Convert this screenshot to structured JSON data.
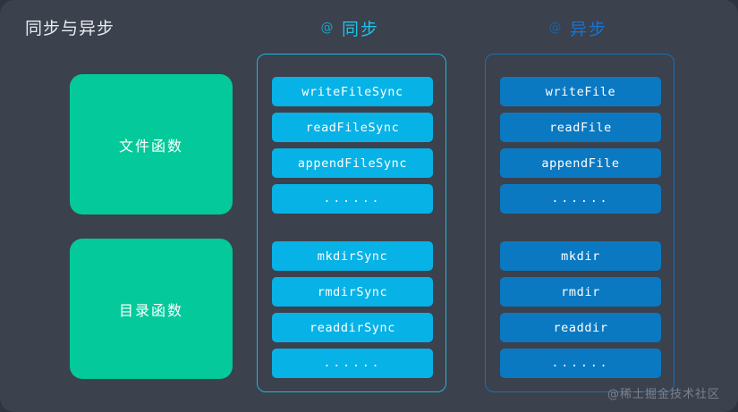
{
  "slide": {
    "title": "同步与异步",
    "watermark": "@稀土掘金技术社区",
    "colors": {
      "background": "#3b414d",
      "page_background": "#2f3540",
      "category_green": "#04c99b",
      "sync_accent": "#07b2e6",
      "sync_border": "#1fb6d9",
      "sync_header": "#1fc2e8",
      "async_accent": "#0b79c2",
      "async_border": "#1e6fb0",
      "async_header": "#1276d6",
      "title_text": "#e8ecf1",
      "watermark_text": "#7a828e"
    }
  },
  "columns": {
    "sync": {
      "icon": "at-circle-icon",
      "icon_glyph": "@",
      "label": "同步"
    },
    "async": {
      "icon": "at-circle-icon",
      "icon_glyph": "@",
      "label": "异步"
    }
  },
  "categories": [
    {
      "label": "文件函数"
    },
    {
      "label": "目录函数"
    }
  ],
  "sync_functions": {
    "file": [
      {
        "label": "writeFileSync"
      },
      {
        "label": "readFileSync"
      },
      {
        "label": "appendFileSync"
      },
      {
        "label": "......"
      }
    ],
    "directory": [
      {
        "label": "mkdirSync"
      },
      {
        "label": "rmdirSync"
      },
      {
        "label": "readdirSync"
      },
      {
        "label": "......"
      }
    ]
  },
  "async_functions": {
    "file": [
      {
        "label": "writeFile"
      },
      {
        "label": "readFile"
      },
      {
        "label": "appendFile"
      },
      {
        "label": "......"
      }
    ],
    "directory": [
      {
        "label": "mkdir"
      },
      {
        "label": "rmdir"
      },
      {
        "label": "readdir"
      },
      {
        "label": "......"
      }
    ]
  }
}
